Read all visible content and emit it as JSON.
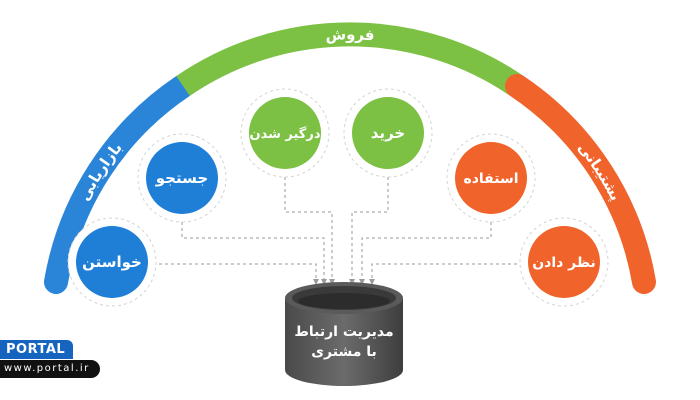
{
  "arcs": {
    "marketing": {
      "label": "بازاریابی",
      "color": "#2a85d8"
    },
    "sales": {
      "label": "فروش",
      "color": "#7cc143"
    },
    "support": {
      "label": "پشتیبانی",
      "color": "#f0642c"
    }
  },
  "nodes": {
    "request": {
      "label": "خواستن",
      "color": "#1f7fd6"
    },
    "search": {
      "label": "جستجو",
      "color": "#1f7fd6"
    },
    "engage": {
      "label": "درگیر شدن",
      "color": "#7cc143"
    },
    "purchase": {
      "label": "خرید",
      "color": "#7cc143"
    },
    "use": {
      "label": "استفاده",
      "color": "#f0642c"
    },
    "feedback": {
      "label": "نظر دادن",
      "color": "#f0642c"
    }
  },
  "database": {
    "line1": "مدیریت ارتباط",
    "line2": "با مشتری"
  },
  "brand": {
    "name": "PORTAL",
    "url": "www.portal.ir"
  }
}
